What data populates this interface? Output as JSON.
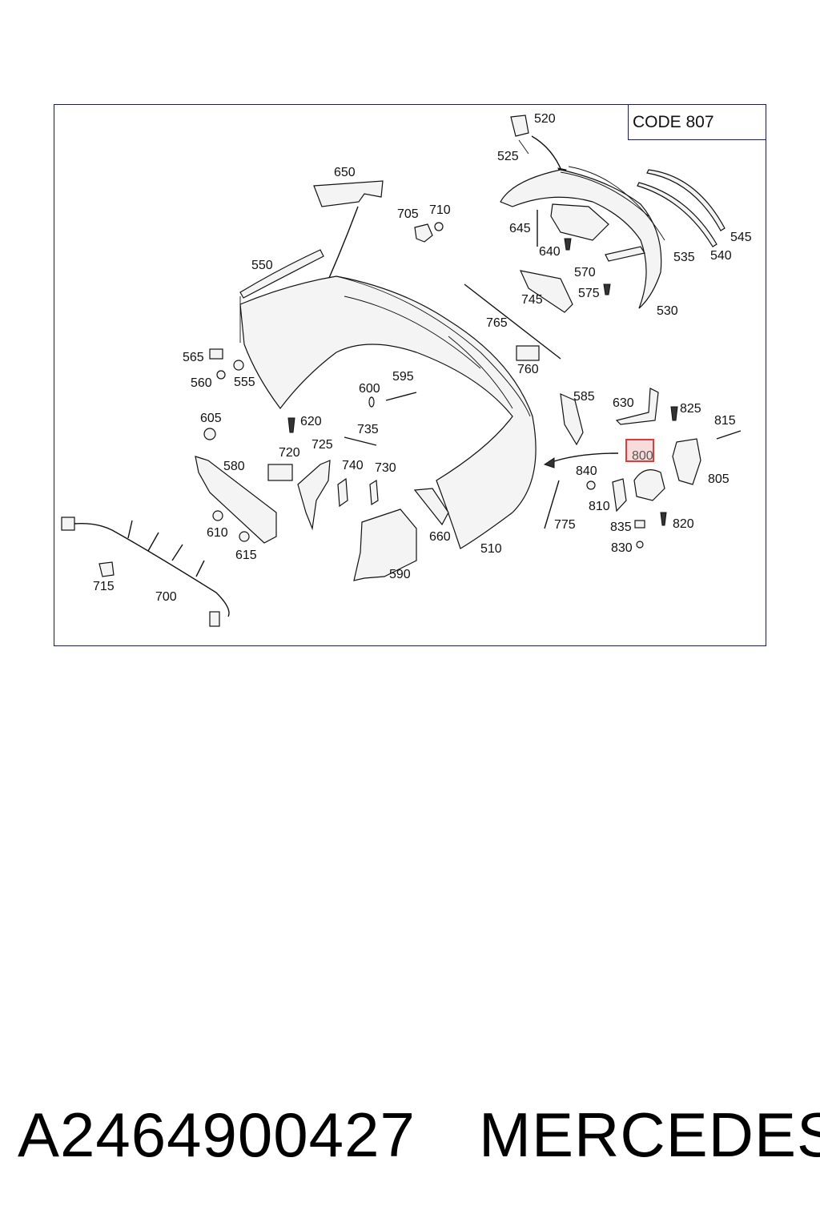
{
  "diagram": {
    "code_label": "CODE 807",
    "highlight_color": "#e03a3a",
    "frame_color": "#1c1c50",
    "callouts": [
      {
        "id": "c520",
        "text": "520"
      },
      {
        "id": "c525",
        "text": "525"
      },
      {
        "id": "c650",
        "text": "650"
      },
      {
        "id": "c705",
        "text": "705"
      },
      {
        "id": "c710",
        "text": "710"
      },
      {
        "id": "c645",
        "text": "645"
      },
      {
        "id": "c640",
        "text": "640"
      },
      {
        "id": "c545",
        "text": "545"
      },
      {
        "id": "c535",
        "text": "535"
      },
      {
        "id": "c540",
        "text": "540"
      },
      {
        "id": "c570",
        "text": "570"
      },
      {
        "id": "c575",
        "text": "575"
      },
      {
        "id": "c745",
        "text": "745"
      },
      {
        "id": "c530",
        "text": "530"
      },
      {
        "id": "c550",
        "text": "550"
      },
      {
        "id": "c765",
        "text": "765"
      },
      {
        "id": "c565",
        "text": "565"
      },
      {
        "id": "c760",
        "text": "760"
      },
      {
        "id": "c560",
        "text": "560"
      },
      {
        "id": "c555",
        "text": "555"
      },
      {
        "id": "c595",
        "text": "595"
      },
      {
        "id": "c600",
        "text": "600"
      },
      {
        "id": "c585",
        "text": "585"
      },
      {
        "id": "c630",
        "text": "630"
      },
      {
        "id": "c825",
        "text": "825"
      },
      {
        "id": "c815",
        "text": "815"
      },
      {
        "id": "c605",
        "text": "605"
      },
      {
        "id": "c620",
        "text": "620"
      },
      {
        "id": "c735",
        "text": "735"
      },
      {
        "id": "c800",
        "text": "800"
      },
      {
        "id": "c720",
        "text": "720"
      },
      {
        "id": "c725",
        "text": "725"
      },
      {
        "id": "c580",
        "text": "580"
      },
      {
        "id": "c740",
        "text": "740"
      },
      {
        "id": "c730",
        "text": "730"
      },
      {
        "id": "c840",
        "text": "840"
      },
      {
        "id": "c805",
        "text": "805"
      },
      {
        "id": "c810",
        "text": "810"
      },
      {
        "id": "c775",
        "text": "775"
      },
      {
        "id": "c835",
        "text": "835"
      },
      {
        "id": "c820",
        "text": "820"
      },
      {
        "id": "c610",
        "text": "610"
      },
      {
        "id": "c660",
        "text": "660"
      },
      {
        "id": "c510",
        "text": "510"
      },
      {
        "id": "c615",
        "text": "615"
      },
      {
        "id": "c830",
        "text": "830"
      },
      {
        "id": "c715",
        "text": "715"
      },
      {
        "id": "c590",
        "text": "590"
      },
      {
        "id": "c700",
        "text": "700"
      }
    ]
  },
  "footer": {
    "part_number": "A2464900427",
    "brand": "MERCEDES"
  }
}
